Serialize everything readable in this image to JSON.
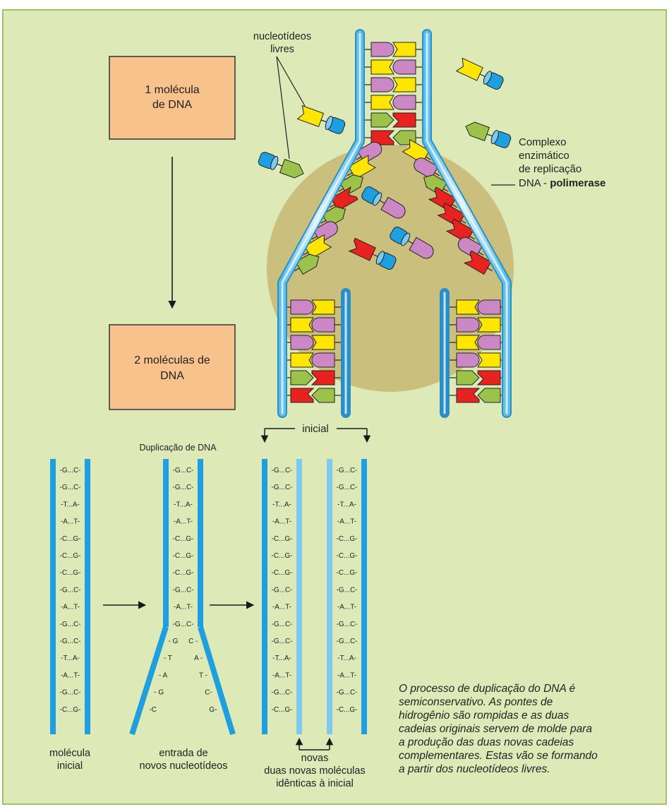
{
  "colors": {
    "background": "#ddeab8",
    "frame": "#9ec36a",
    "box": "#f8c28c",
    "enzyme": "#c9bd7a",
    "strand_old": "#1ea0e0",
    "strand_new": "#7ccaf0",
    "tube": "#a9ddf5",
    "base_purple": "#cc88c4",
    "base_yellow": "#ffe600",
    "base_red": "#e8231f",
    "base_green": "#9cc24a",
    "base_blue": "#1ea0e0"
  },
  "top": {
    "box1_line1": "1 molécula",
    "box1_line2": "de DNA",
    "box2_line1": "2 moléculas de",
    "box2_line2": "DNA",
    "free_label_line1": "nucleotídeos",
    "free_label_line2": "livres",
    "complex_line1": "Complexo",
    "complex_line2": "enzimático",
    "complex_line3": "de replicação",
    "complex_line4_a": "DNA - ",
    "complex_line4_b": "polimerase",
    "inicial": "inicial"
  },
  "bottom": {
    "dup_title": "Duplicação de DNA",
    "pairs": [
      "-G...C-",
      "-G...C-",
      "-T...A-",
      "-A...T-",
      "-C...G-",
      "-C...G-",
      "-C...G-",
      "-G...C-",
      "-A...T-",
      "-G...C-",
      "-G...C-",
      "-T...A-",
      "-A...T-",
      "-G...C-",
      "-C...G-"
    ],
    "open_left": [
      "- G",
      "- T",
      "- A",
      "- G",
      "-C"
    ],
    "open_right": [
      "C -",
      "A -",
      "T -",
      "C-",
      "G-"
    ],
    "label_mol_1": "molécula",
    "label_mol_2": "inicial",
    "label_entry_1": "entrada de",
    "label_entry_2": "novos nucleotídeos",
    "label_novas": "novas",
    "label_dup_1": "duas novas moléculas",
    "label_dup_2": "idênticas à inicial"
  },
  "caption": [
    "O processo de duplicação do DNA é",
    "semiconservativo. As pontes de",
    "hidrogênio são rompidas e as duas",
    "cadeias originais servem de molde para",
    "a produção das duas novas cadeias",
    "complementares. Estas vão se formando",
    "a partir dos nucleotídeos livres."
  ]
}
